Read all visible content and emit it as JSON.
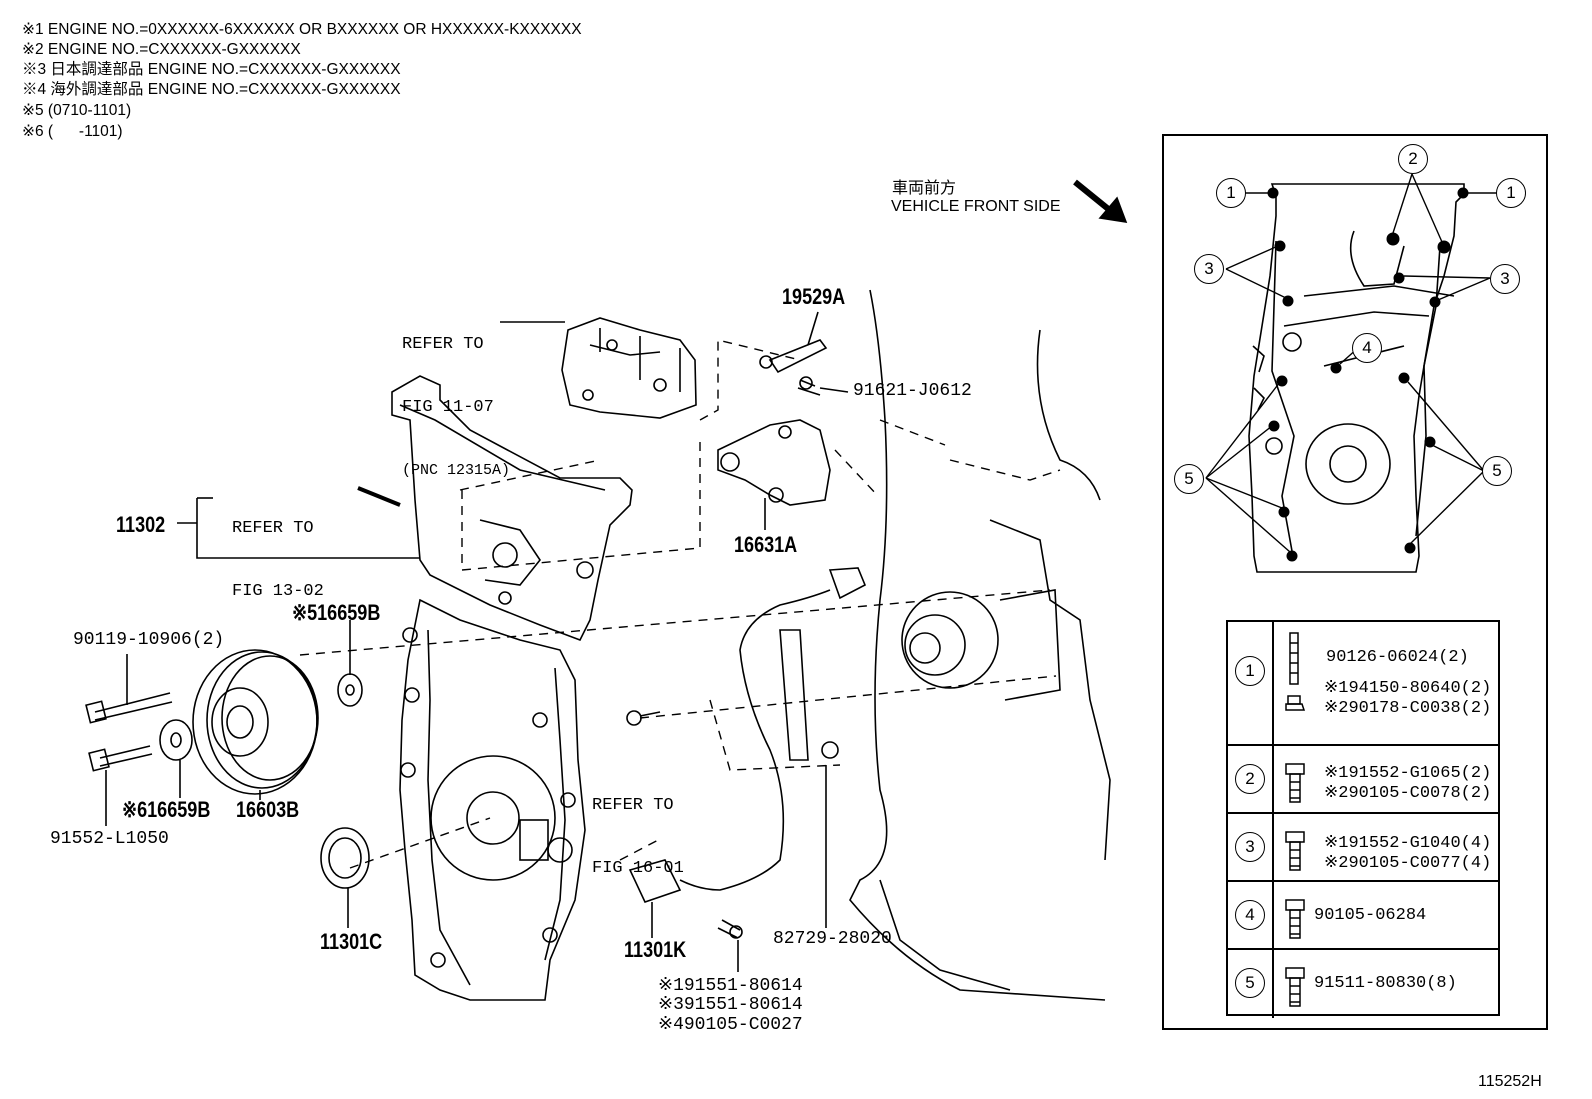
{
  "notes": [
    "※1 ENGINE NO.=0XXXXXX-6XXXXXX OR BXXXXXX OR HXXXXXX-KXXXXXX",
    "※2 ENGINE NO.=CXXXXXX-GXXXXXX",
    "※3 日本調達部品 ENGINE NO.=CXXXXXX-GXXXXXX",
    "※4 海外調達部品 ENGINE NO.=CXXXXXX-GXXXXXX",
    "※5 (0710-1101)",
    "※6 (      -1101)"
  ],
  "vehicle_front": {
    "jp": "車両前方",
    "en": "VEHICLE FRONT SIDE"
  },
  "refs": {
    "r1": [
      "REFER TO",
      "FIG 11-07",
      "(PNC 12315A)"
    ],
    "r2": [
      "REFER TO",
      "FIG 13-02"
    ],
    "r3": [
      "REFER TO",
      "FIG 16-01"
    ]
  },
  "parts": {
    "p19529A": "19529A",
    "p91621": "91621-J0612",
    "p11302": "11302",
    "p16631A": "16631A",
    "p16659B_5": "※516659B",
    "p90119": "90119-10906(2)",
    "p16659B_6": "※616659B",
    "p16603B": "16603B",
    "p91552": "91552-L1050",
    "p11301C": "11301C",
    "p11301K": "11301K",
    "p82729": "82729-28020",
    "p19155_1": "※191551-80614",
    "p19155_3": "※391551-80614",
    "p49010": "※490105-C0027"
  },
  "inset_markers": [
    "1",
    "1",
    "2",
    "3",
    "3",
    "4",
    "5",
    "5"
  ],
  "bolt_table": [
    {
      "num": "1",
      "lines": [
        "90126-06024(2)",
        "※194150-80640(2)",
        "※290178-C0038(2)"
      ]
    },
    {
      "num": "2",
      "lines": [
        "※191552-G1065(2)",
        "※290105-C0078(2)"
      ]
    },
    {
      "num": "3",
      "lines": [
        "※191552-G1040(4)",
        "※290105-C0077(4)"
      ]
    },
    {
      "num": "4",
      "lines": [
        "90105-06284"
      ]
    },
    {
      "num": "5",
      "lines": [
        "91511-80830(8)"
      ]
    }
  ],
  "figure_id": "115252H"
}
